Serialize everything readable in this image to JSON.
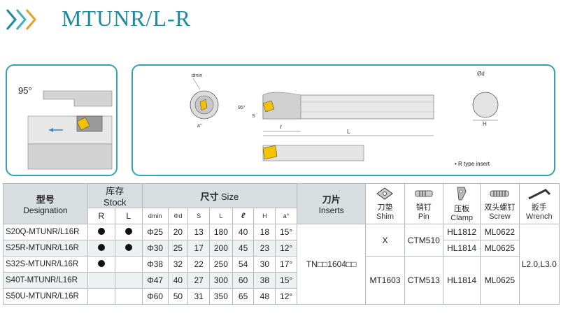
{
  "page": {
    "title": "MTUNR/L-R"
  },
  "diagram": {
    "angle": "95°",
    "labels": {
      "dmin": "dmin",
      "angle": "95°",
      "s": "S",
      "a": "a°",
      "l": "ℓ",
      "L": "L",
      "phid": "Ød",
      "H": "H"
    },
    "insert_note": "• R type insert"
  },
  "table": {
    "headers": {
      "designation_cn": "型号",
      "designation_en": "Designation",
      "stock_cn": "库存",
      "stock_en": "Stock",
      "stock_r": "R",
      "stock_l": "L",
      "size_cn": "尺寸",
      "size_en": "Size",
      "dims": [
        "dmin",
        "Φd",
        "S",
        "L",
        "ℓ",
        "H",
        "a°"
      ],
      "inserts_cn": "刀片",
      "inserts_en": "Inserts",
      "shim_cn": "刀垫",
      "shim_en": "Shim",
      "pin_cn": "销钉",
      "pin_en": "Pin",
      "clamp_cn": "压板",
      "clamp_en": "Clamp",
      "screw_cn": "双头螺钉",
      "screw_en": "Screw",
      "wrench_cn": "扳手",
      "wrench_en": "Wrench"
    },
    "rows": [
      {
        "designation": "S20Q-MTUNR/L16R",
        "r": true,
        "l": true,
        "dmin": "Φ25",
        "d": "20",
        "s": "13",
        "L": "180",
        "l2": "40",
        "h": "18",
        "a": "15°"
      },
      {
        "designation": "S25R-MTUNR/L16R",
        "r": true,
        "l": true,
        "dmin": "Φ30",
        "d": "25",
        "s": "17",
        "L": "200",
        "l2": "45",
        "h": "23",
        "a": "12°"
      },
      {
        "designation": "S32S-MTUNR/L16R",
        "r": true,
        "l": false,
        "dmin": "Φ38",
        "d": "32",
        "s": "22",
        "L": "250",
        "l2": "54",
        "h": "30",
        "a": "17°"
      },
      {
        "designation": "S40T-MTUNR/L16R",
        "r": false,
        "l": false,
        "dmin": "Φ47",
        "d": "40",
        "s": "27",
        "L": "300",
        "l2": "60",
        "h": "38",
        "a": "15°"
      },
      {
        "designation": "S50U-MTUNR/L16R",
        "r": false,
        "l": false,
        "dmin": "Φ60",
        "d": "50",
        "s": "31",
        "L": "350",
        "l2": "65",
        "h": "48",
        "a": "12°"
      }
    ],
    "insert_value": "TN□□1604□□",
    "shim_a": "X",
    "pin_a": "CTM510",
    "clamp_a1": "HL1812",
    "screw_a1": "ML0622",
    "clamp_a2": "HL1814",
    "screw_a2": "ML0625",
    "shim_b": "MT1603",
    "pin_b": "CTM513",
    "clamp_b": "HL1814",
    "screw_b": "ML0625",
    "wrench": "L2.0,L3.0"
  }
}
